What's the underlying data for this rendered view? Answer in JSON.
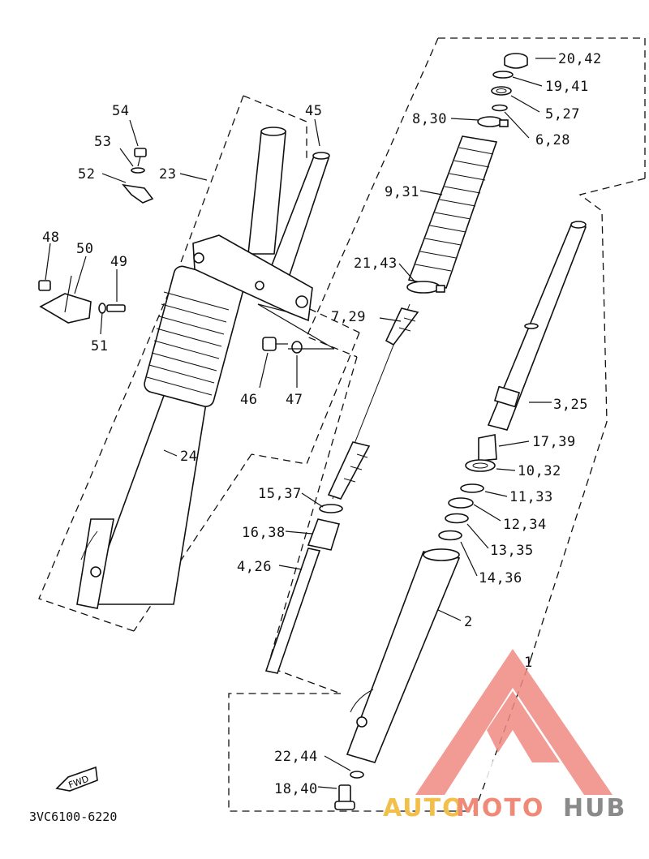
{
  "diagram": {
    "code": "3VC6100-6220",
    "fwd_label": "FWD",
    "callouts": {
      "c54": "54",
      "c53": "53",
      "c52": "52",
      "c23": "23",
      "c45": "45",
      "c48": "48",
      "c50": "50",
      "c49": "49",
      "c51": "51",
      "c46": "46",
      "c47": "47",
      "c24": "24",
      "c20_42": "20,42",
      "c19_41": "19,41",
      "c5_27": "5,27",
      "c8_30": "8,30",
      "c6_28": "6,28",
      "c9_31": "9,31",
      "c21_43": "21,43",
      "c7_29": "7,29",
      "c3_25": "3,25",
      "c17_39": "17,39",
      "c10_32": "10,32",
      "c11_33": "11,33",
      "c15_37": "15,37",
      "c12_34": "12,34",
      "c16_38": "16,38",
      "c13_35": "13,35",
      "c4_26": "4,26",
      "c14_36": "14,36",
      "c2": "2",
      "c1": "1",
      "c22_44": "22,44",
      "c18_40": "18,40"
    }
  },
  "watermark": {
    "part1": "AUTO",
    "part2": "MOTO",
    "part3": "HUB",
    "colors": {
      "auto": "#f2c04a",
      "moto": "#f08a78",
      "hub": "#8a8a8a",
      "logo": "#f08a82"
    }
  }
}
